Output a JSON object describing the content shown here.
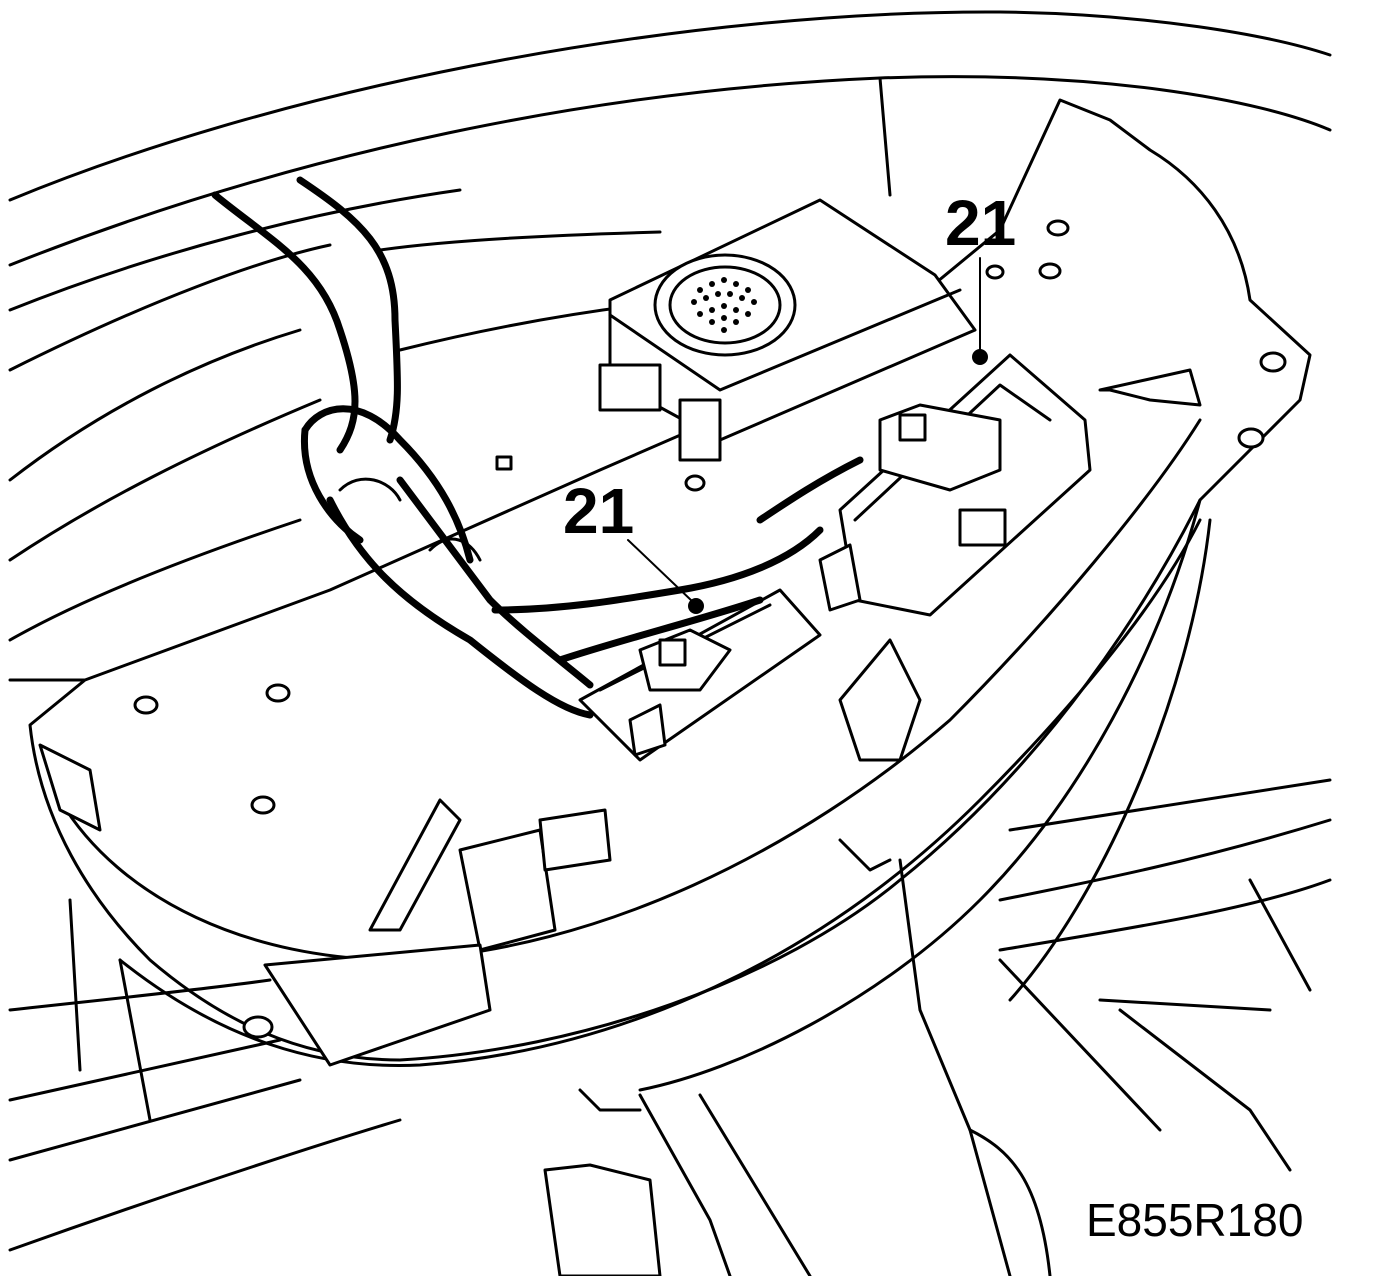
{
  "figure": {
    "reference_code": "E855R180",
    "callouts": [
      {
        "id": "upper",
        "label": "21"
      },
      {
        "id": "lower",
        "label": "21"
      }
    ],
    "colors": {
      "line": "#000000",
      "background": "#ffffff"
    }
  }
}
